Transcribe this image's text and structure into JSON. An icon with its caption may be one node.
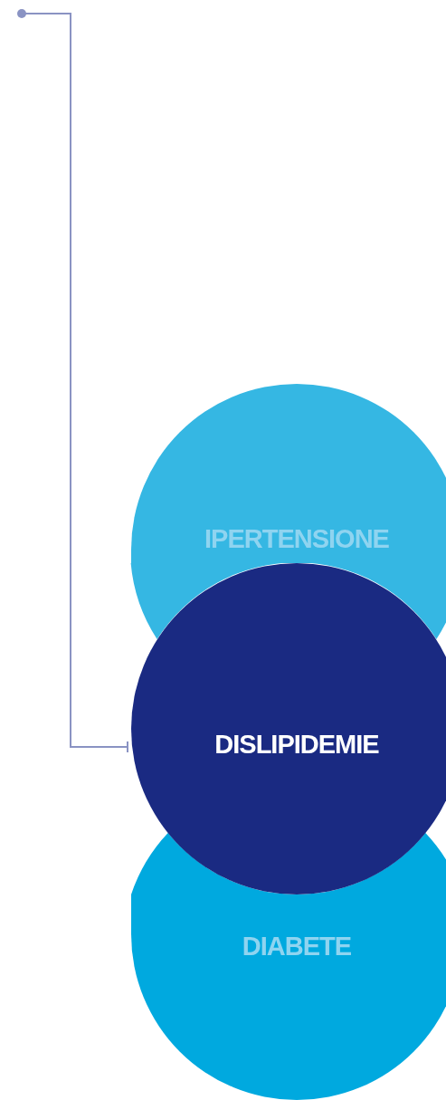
{
  "diagram": {
    "nodes": [
      {
        "text": [
          "IPERTENSIONE"
        ]
      },
      {
        "text": [
          "DISLIPIDEMIE"
        ]
      },
      {
        "text": [
          "DIABETE"
        ]
      }
    ],
    "edges": [
      {
        "from": null,
        "to": 1,
        "arrow": "other"
      }
    ]
  }
}
